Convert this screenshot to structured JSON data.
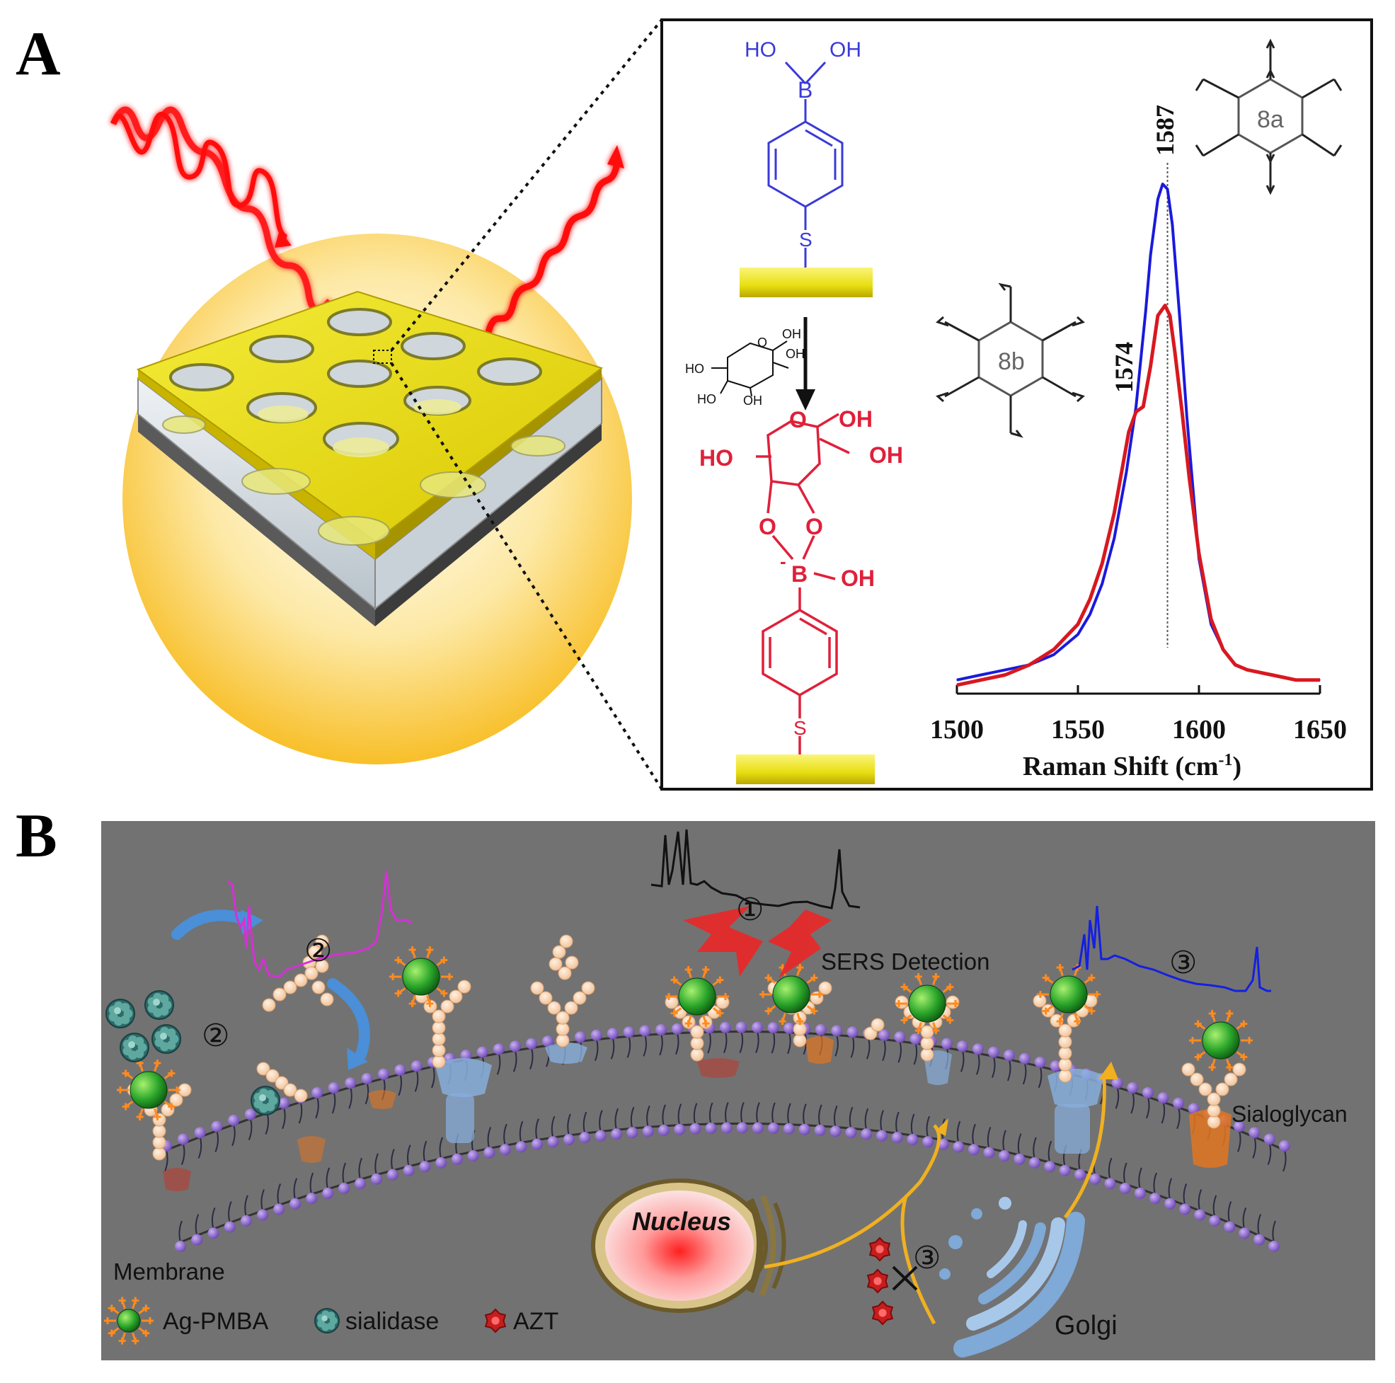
{
  "panel_a": {
    "letter": "A",
    "boronic_reactant": {
      "ho_left": "HO",
      "oh_right": "OH",
      "boron": "B",
      "sulfur": "S"
    },
    "fructose": {
      "oh1": "OH",
      "oh2": "OH",
      "ho3": "HO",
      "ho4": "HO",
      "oh5": "OH",
      "ring_o": "O"
    },
    "boronate_product": {
      "ring_o": "O",
      "oh_top": "OH",
      "ch2oh": "OH",
      "ho_left": "HO",
      "o_left": "O",
      "o_right": "O",
      "boron": "B",
      "minus": "-",
      "oh_b": "OH",
      "sulfur": "S"
    },
    "mode_8a": "8a",
    "mode_8b": "8b",
    "peak_1587": "1587",
    "peak_1574": "1574"
  },
  "chart_data": {
    "type": "line",
    "xlabel": "Raman Shift (cm-1)",
    "xlabel_main": "Raman Shift (cm",
    "xlabel_sup": "-1",
    "xlabel_close": ")",
    "xlim": [
      1500,
      1650
    ],
    "x_ticks": [
      "1500",
      "1550",
      "1600",
      "1650"
    ],
    "annotations": [
      "1587",
      "1574"
    ],
    "series": [
      {
        "color": "#1a1adc",
        "x": [
          1500,
          1510,
          1520,
          1530,
          1540,
          1550,
          1555,
          1560,
          1565,
          1570,
          1574,
          1578,
          1580,
          1583,
          1585,
          1587,
          1589,
          1592,
          1595,
          1600,
          1605,
          1610,
          1615,
          1620,
          1630,
          1640,
          1650
        ],
        "y": [
          0.02,
          0.03,
          0.04,
          0.05,
          0.07,
          0.11,
          0.15,
          0.21,
          0.3,
          0.43,
          0.56,
          0.75,
          0.86,
          0.97,
          1.0,
          0.99,
          0.92,
          0.74,
          0.54,
          0.26,
          0.13,
          0.08,
          0.05,
          0.04,
          0.03,
          0.02,
          0.02
        ]
      },
      {
        "color": "#d81820",
        "x": [
          1500,
          1510,
          1520,
          1530,
          1540,
          1550,
          1555,
          1560,
          1565,
          1568,
          1571,
          1574,
          1577,
          1580,
          1583,
          1586,
          1588,
          1590,
          1593,
          1596,
          1600,
          1605,
          1610,
          1615,
          1620,
          1630,
          1640,
          1650
        ],
        "y": [
          0.01,
          0.02,
          0.03,
          0.05,
          0.08,
          0.13,
          0.18,
          0.25,
          0.35,
          0.43,
          0.51,
          0.55,
          0.56,
          0.64,
          0.74,
          0.76,
          0.74,
          0.67,
          0.55,
          0.42,
          0.27,
          0.14,
          0.08,
          0.05,
          0.04,
          0.03,
          0.02,
          0.02
        ]
      }
    ]
  },
  "panel_b": {
    "letter": "B",
    "label_1": "①",
    "label_2": "②",
    "label_3": "③",
    "sers_detection": "SERS Detection",
    "nucleus": "Nucleus",
    "golgi": "Golgi",
    "membrane": "Membrane",
    "sialoglycan": "Sialoglycan",
    "legend": [
      {
        "icon": "ag-pmba-icon",
        "label": "Ag-PMBA"
      },
      {
        "icon": "sialidase-icon",
        "label": "sialidase"
      },
      {
        "icon": "azt-icon",
        "label": "AZT"
      }
    ],
    "colors": {
      "cell_bg": "#727272",
      "spectrum_1": "#111111",
      "spectrum_2": "#d630d6",
      "spectrum_3": "#1420e0",
      "gold": "#f2e600",
      "lipid_head": "#8a63c8"
    }
  }
}
